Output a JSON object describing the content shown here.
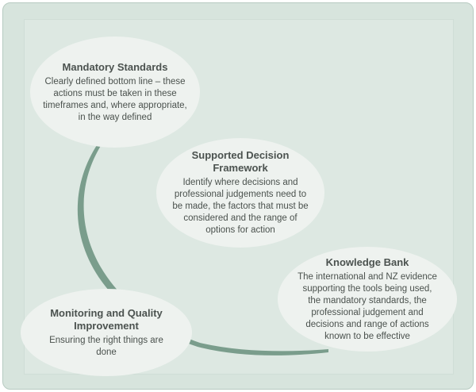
{
  "colors": {
    "background": "#d7e4dd",
    "ellipse": "#eef2ef",
    "curve": "#7a9d8c",
    "text": "#474f4b"
  },
  "nodes": [
    {
      "title": "Mandatory Standards",
      "description": "Clearly defined bottom line – these actions must be taken in these timeframes and, where appropriate, in the way defined"
    },
    {
      "title": "Supported Decision Framework",
      "description": "Identify where decisions and professional judgements need to be made, the factors that must be considered and the range of options for action"
    },
    {
      "title": "Knowledge Bank",
      "description": "The international and NZ evidence supporting the tools being used, the mandatory standards, the professional judgement and decisions and range of actions known to be effective"
    },
    {
      "title": "Monitoring and Quality Improvement",
      "description": "Ensuring the right things are done"
    }
  ]
}
